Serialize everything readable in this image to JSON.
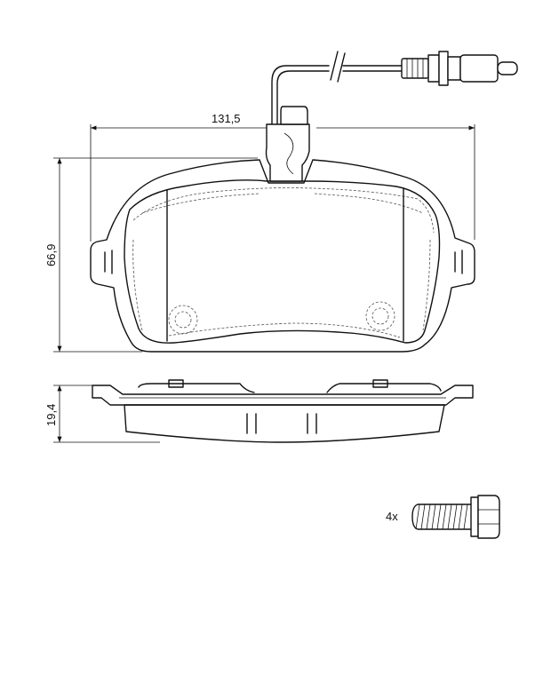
{
  "dimensions": {
    "width": "131,5",
    "height": "66,9",
    "thickness": "19,4"
  },
  "accessory": {
    "quantity": "4x"
  },
  "colors": {
    "line": "#111111",
    "dashed": "#555555",
    "background": "#ffffff"
  }
}
